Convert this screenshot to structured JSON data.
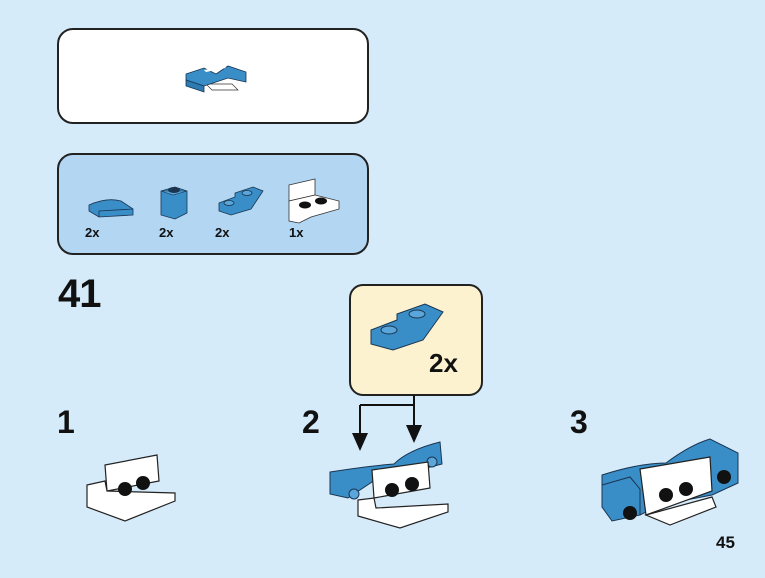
{
  "page": {
    "number": "45"
  },
  "main_step": {
    "number": "41"
  },
  "parts_list": [
    {
      "name": "curved-slope-1x2",
      "qty": "2x",
      "color": "#3a8ec8"
    },
    {
      "name": "brick-1x1",
      "qty": "2x",
      "color": "#3a8ec8"
    },
    {
      "name": "inverted-slope-1x2",
      "qty": "2x",
      "color": "#3a8ec8"
    },
    {
      "name": "bracket-1x2-1x2",
      "qty": "1x",
      "color": "#ffffff"
    }
  ],
  "sub_steps": [
    {
      "number": "1"
    },
    {
      "number": "2"
    },
    {
      "number": "3"
    }
  ],
  "callout": {
    "qty": "2x"
  },
  "colors": {
    "background": "#d6ebfa",
    "parts_panel": "#b3d6f3",
    "callout": "#fdf2cf",
    "brick_blue": "#3a8ec8"
  }
}
